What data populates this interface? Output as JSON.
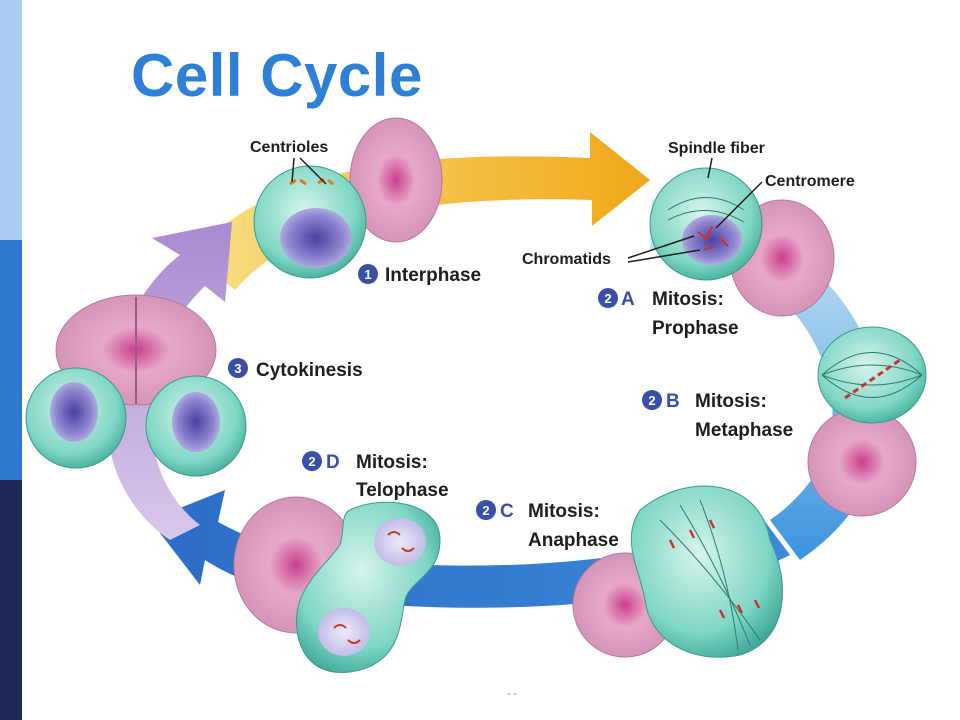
{
  "slide": {
    "title": "Cell Cycle",
    "page_mark": "- -",
    "colors": {
      "title": "#2e7fd6",
      "band_top": "#aacdf2",
      "band_mid": "#2f78d0",
      "band_bottom": "#1f2a57",
      "arrow_yellow": "#f2b21a",
      "arrow_blue": "#3a8fdc",
      "arrow_purple": "#b59bd6"
    }
  },
  "diagram": {
    "callouts": {
      "centrioles": "Centrioles",
      "spindle_fiber": "Spindle fiber",
      "centromere": "Centromere",
      "chromatids": "Chromatids"
    },
    "phases": {
      "interphase": {
        "num": "1",
        "letter": "",
        "line1": "Interphase",
        "line2": ""
      },
      "prophase": {
        "num": "2",
        "letter": "A",
        "line1": "Mitosis:",
        "line2": "Prophase"
      },
      "metaphase": {
        "num": "2",
        "letter": "B",
        "line1": "Mitosis:",
        "line2": "Metaphase"
      },
      "anaphase": {
        "num": "2",
        "letter": "C",
        "line1": "Mitosis:",
        "line2": "Anaphase"
      },
      "telophase": {
        "num": "2",
        "letter": "D",
        "line1": "Mitosis:",
        "line2": "Telophase"
      },
      "cytokinesis": {
        "num": "3",
        "letter": "",
        "line1": "Cytokinesis",
        "line2": ""
      }
    }
  }
}
